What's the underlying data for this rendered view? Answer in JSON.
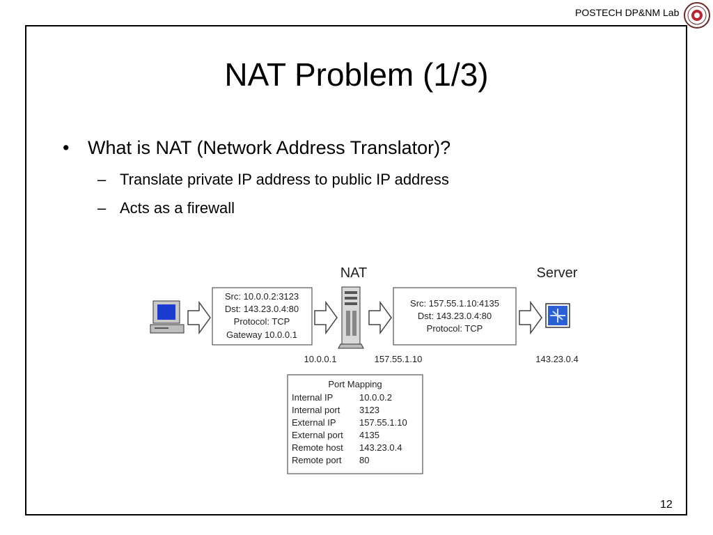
{
  "header": {
    "lab": "POSTECH DP&NM Lab"
  },
  "slide": {
    "title": "NAT Problem (1/3)",
    "bullet": "What is NAT (Network Address Translator)?",
    "sub_bullets": [
      "Translate private IP address to public IP address",
      "Acts as a firewall"
    ],
    "page_number": "12"
  },
  "diagram": {
    "nat_label": "NAT",
    "server_label": "Server",
    "packet_in": [
      "Src: 10.0.0.2:3123",
      "Dst: 143.23.0.4:80",
      "Protocol: TCP",
      "Gateway 10.0.0.1"
    ],
    "packet_out": [
      "Src: 157.55.1.10:4135",
      "Dst: 143.23.0.4:80",
      "Protocol: TCP"
    ],
    "addr_internal": "10.0.0.1",
    "addr_external": "157.55.1.10",
    "addr_server": "143.23.0.4",
    "port_mapping": {
      "title": "Port Mapping",
      "rows": [
        {
          "key": "Internal IP",
          "value": "10.0.0.2"
        },
        {
          "key": "Internal port",
          "value": "3123"
        },
        {
          "key": "External IP",
          "value": "157.55.1.10"
        },
        {
          "key": "External port",
          "value": "4135"
        },
        {
          "key": "Remote host",
          "value": "143.23.0.4"
        },
        {
          "key": "Remote port",
          "value": "80"
        }
      ]
    }
  },
  "icons": [
    "computer-icon",
    "nat-server-icon",
    "server-icon",
    "university-seal-icon"
  ]
}
